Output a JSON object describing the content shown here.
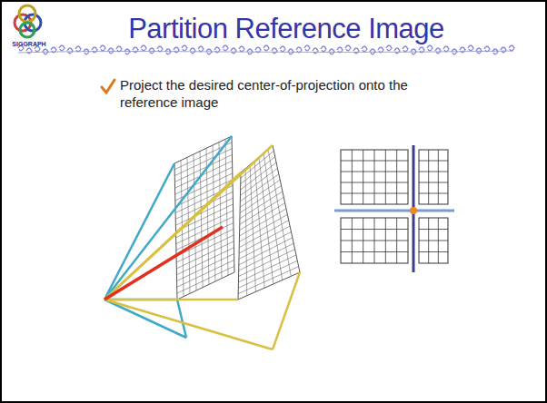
{
  "diagram": {
    "title": "Partition Reference Image",
    "labels": [
      "SIGGRAPH",
      "Project the desired center-of-projection onto the reference image"
    ]
  }
}
